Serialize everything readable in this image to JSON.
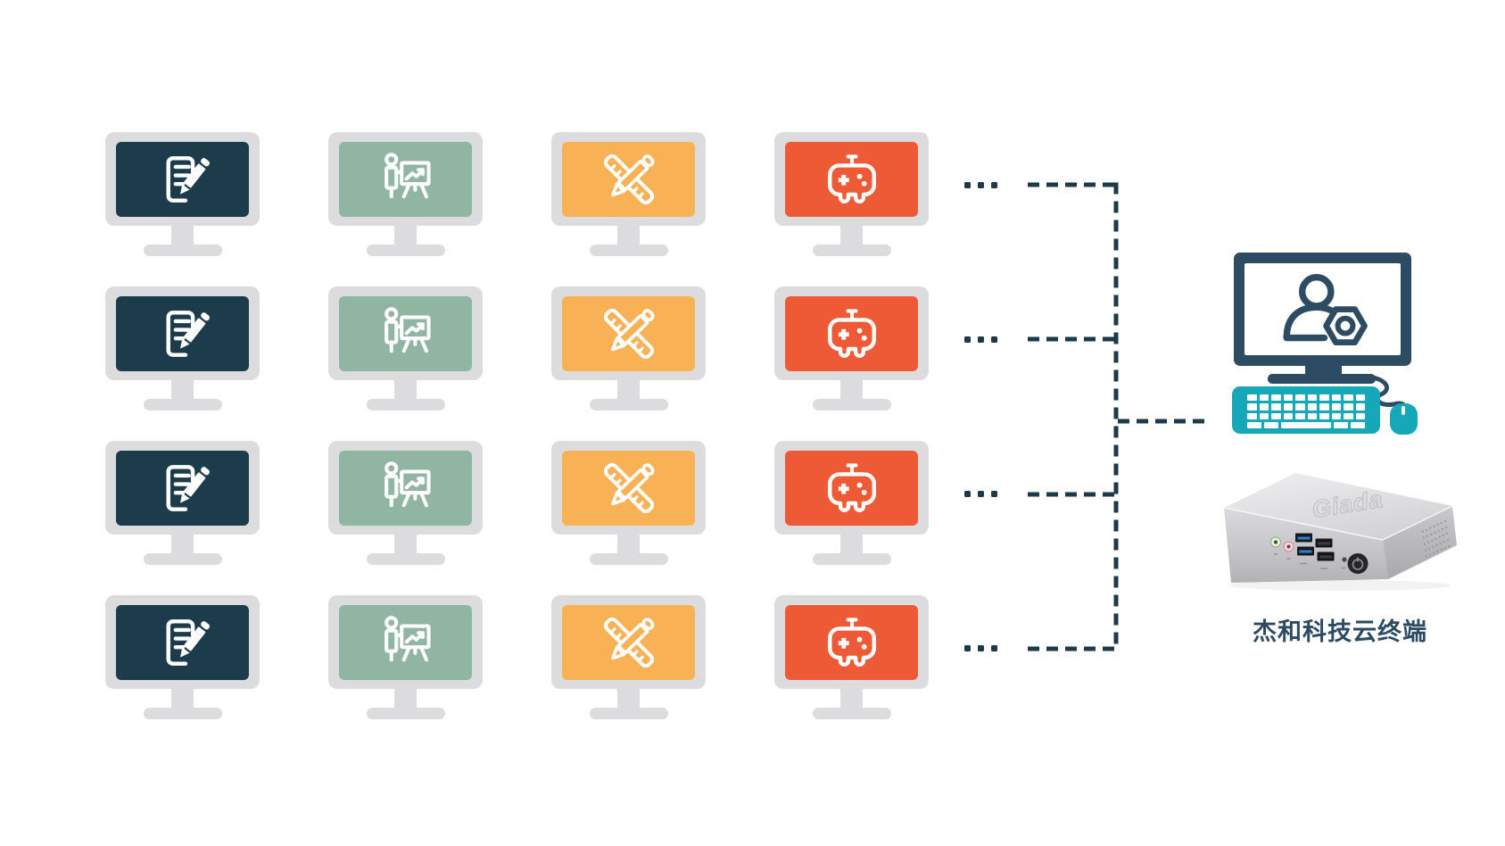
{
  "grid": {
    "rows": 4,
    "monitor_frame_color": "#dcdcde",
    "columns": [
      {
        "id": "office",
        "icon": "document-edit-icon",
        "screen_color": "#1c3b4b"
      },
      {
        "id": "presentation",
        "icon": "presentation-chart-icon",
        "screen_color": "#90b5a2"
      },
      {
        "id": "design",
        "icon": "ruler-pencil-icon",
        "screen_color": "#f9b156"
      },
      {
        "id": "gaming",
        "icon": "gamepad-icon",
        "screen_color": "#ee5a36"
      }
    ]
  },
  "connectors": {
    "color": "#1d3a4a",
    "style": "dashed",
    "ellipsis_rows": 4
  },
  "terminal": {
    "label": "杰和科技云终端",
    "label_color": "#2d4a63",
    "monitor_color": "#2d4b63",
    "keyboard_color": "#16a8b8",
    "device_logo": "Giada"
  }
}
